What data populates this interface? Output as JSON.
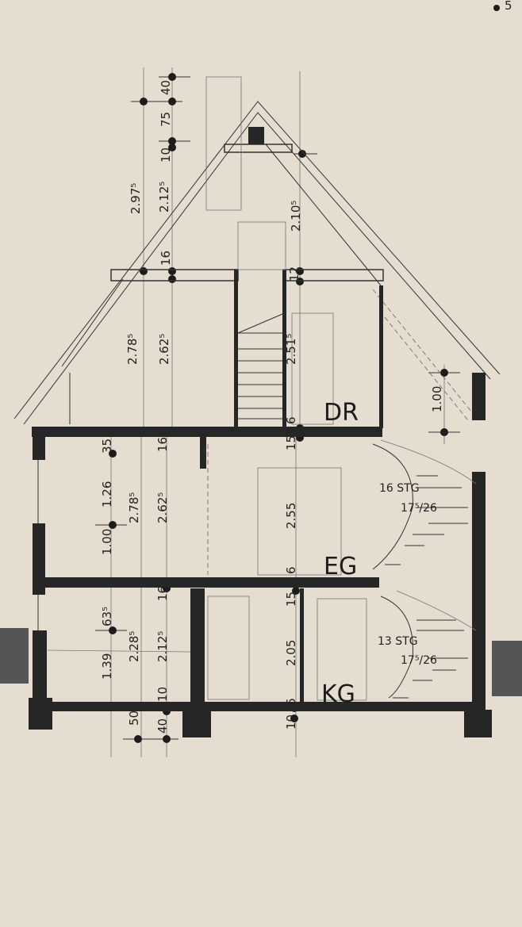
{
  "levels": {
    "attic": "DR",
    "ground": "EG",
    "basement": "KG"
  },
  "stairs": {
    "upper_steps": "16 STG",
    "upper_ratio": "17⁵/26",
    "lower_steps": "13 STG",
    "lower_ratio": "17⁵/26"
  },
  "dimensions": {
    "roof_total": "2.97⁵",
    "roof_inner": "2.12⁵",
    "roof_right": "2.10⁵",
    "ridge_40": "40",
    "ridge_75": "75",
    "ridge_10": "10",
    "attic_slab_16": "16",
    "attic_slab_12": "12",
    "attic_height": "2.78⁵",
    "attic_clear": "2.62⁵",
    "attic_stair": "2.51⁵",
    "attic_floor_6": "6",
    "knee_wall": "1.00",
    "eg_slab_35": "35",
    "eg_slab_16": "16",
    "eg_slab_15": "15",
    "eg_window": "1.26",
    "eg_sill": "1.00",
    "eg_height": "2.78⁵",
    "eg_clear": "2.62⁵",
    "eg_room": "2.55",
    "eg_floor_6": "6",
    "kg_63": "63⁵",
    "kg_16": "16",
    "kg_15": "15",
    "kg_height": "2.28⁵",
    "kg_clear": "2.12⁵",
    "kg_window": "1.39",
    "kg_room": "2.05",
    "kg_10": "10",
    "kg_6": "6",
    "kg_50": "50",
    "kg_40": "40",
    "kg_foot_10": "10"
  },
  "corner_mark": "5"
}
